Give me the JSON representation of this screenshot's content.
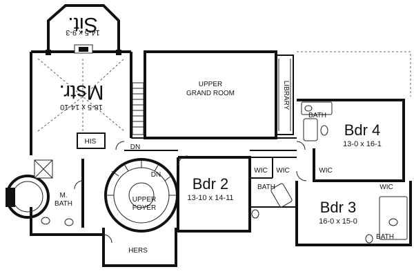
{
  "labels": {
    "sit": "Sit.",
    "sit_dim": "14-5 x 9-3",
    "mstr": "Mstr.",
    "mstr_dim": "18-5 x 14-10",
    "grand_room_1": "UPPER",
    "grand_room_2": "GRAND ROOM",
    "library": "LIBRARY",
    "his": "HIS",
    "hers": "HERS",
    "m_bath_1": "M.",
    "m_bath_2": "BATH",
    "dn_1": "DN",
    "dn_2": "DN",
    "foyer_1": "UPPER",
    "foyer_2": "FOYER",
    "bdr2": "Bdr 2",
    "bdr2_dim": "13-10 x 14-11",
    "bdr3": "Bdr 3",
    "bdr3_dim": "16-0 x 15-0",
    "bdr4": "Bdr 4",
    "bdr4_dim": "13-0 x 16-1",
    "bath_bdr4": "BATH",
    "bath_bdr2": "BATH",
    "bath_bdr3": "BATH",
    "wic_1": "WIC",
    "wic_2": "WIC",
    "wic_3": "WIC",
    "wic_4": "WIC"
  }
}
